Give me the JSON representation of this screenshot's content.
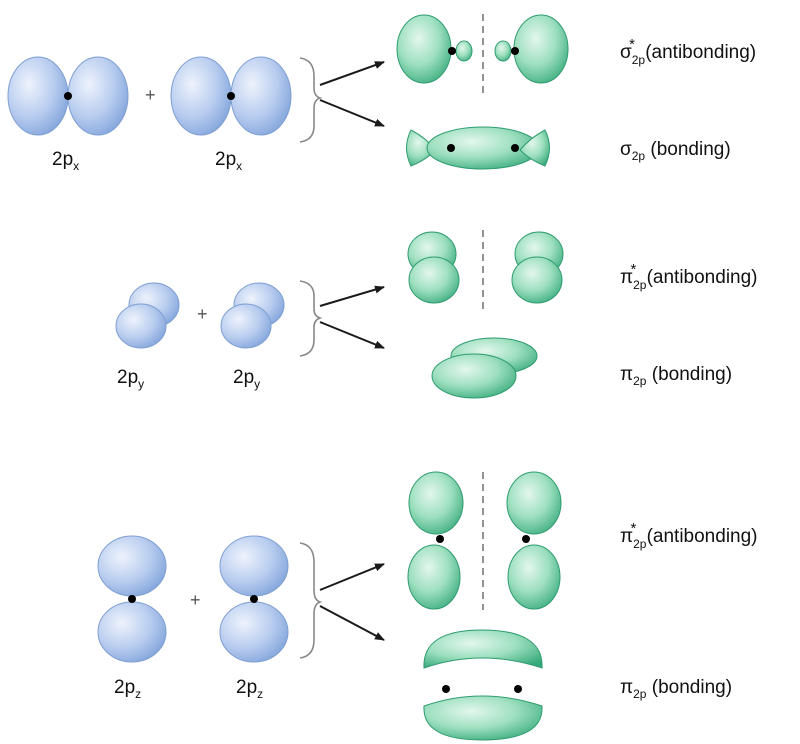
{
  "colors": {
    "atomic_orbital": "#9cb9e6",
    "atomic_orbital_edge": "#6f93cc",
    "molecular_orbital": "#7fd3ad",
    "molecular_orbital_edge": "#2e9c72",
    "nucleus": "#000000",
    "arrow": "#1a1a1a",
    "node_line": "#777777"
  },
  "rows": [
    {
      "id": "px",
      "atomic_orbital": "2p",
      "atomic_subscript": "x",
      "plus": "+",
      "antibonding": {
        "symbol": "σ",
        "sub": "2p",
        "star": "*",
        "text": " (antibonding)"
      },
      "bonding": {
        "symbol": "σ",
        "sub": "2p",
        "text": " (bonding)"
      }
    },
    {
      "id": "py",
      "atomic_orbital": "2p",
      "atomic_subscript": "y",
      "plus": "+",
      "antibonding": {
        "symbol": "π",
        "sub": "2p",
        "star": "*",
        "text": " (antibonding)"
      },
      "bonding": {
        "symbol": "π",
        "sub": "2p",
        "text": " (bonding)"
      }
    },
    {
      "id": "pz",
      "atomic_orbital": "2p",
      "atomic_subscript": "z",
      "plus": "+",
      "antibonding": {
        "symbol": "π",
        "sub": "2p",
        "star": "*",
        "text": " (antibonding)"
      },
      "bonding": {
        "symbol": "π",
        "sub": "2p",
        "text": " (bonding)"
      }
    }
  ]
}
